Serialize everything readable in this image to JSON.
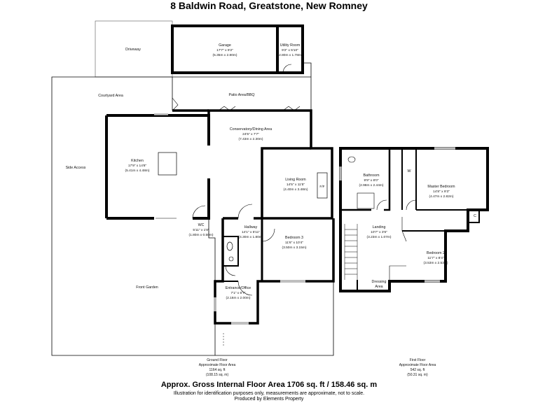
{
  "title": "8 Baldwin Road, Greatstone, New Romney",
  "rooms": {
    "driveway": {
      "name": "Driveway"
    },
    "garage": {
      "name": "Garage",
      "dim_imperial": "17'7\" x 9'2\"",
      "dim_metric": "(5.35m x 2.80m)"
    },
    "utility": {
      "name": "Utility Room",
      "dim_imperial": "9'2\" x 5'10\"",
      "dim_metric": "(2.80m x 1.78m)"
    },
    "courtyard": {
      "name": "Courtyard Area"
    },
    "patio": {
      "name": "Patio Area/BBQ"
    },
    "conservatory": {
      "name": "Conservatory/Dining Area",
      "dim_imperial": "24'5\" x 7'7\"",
      "dim_metric": "(7.43m x 2.30m)"
    },
    "kitchen": {
      "name": "Kitchen",
      "dim_imperial": "17'9\" x 14'8\"",
      "dim_metric": "(5.41m x 4.48m)"
    },
    "side_access": {
      "name": "Side Access"
    },
    "living": {
      "name": "Living Room",
      "dim_imperial": "14'5\" x 11'5\"",
      "dim_metric": "(4.40m x 3.48m)",
      "fireplace": "F/F"
    },
    "wc": {
      "name": "WC",
      "dim_imperial": "5'11\" x 1'8\"",
      "dim_metric": "(1.80m x 0.50m)"
    },
    "hallway": {
      "name": "Hallway",
      "dim_imperial": "14'1\" x 5'11\"",
      "dim_metric": "(4.30m x 1.80m)"
    },
    "bedroom3": {
      "name": "Bedroom 3",
      "dim_imperial": "11'6\" x 10'4\"",
      "dim_metric": "(3.50m x 3.15m)"
    },
    "front_garden": {
      "name": "Front Garden"
    },
    "entrance": {
      "name": "Entrance/Office",
      "dim_imperial": "7'1\" x 6'7\"",
      "dim_metric": "(2.16m x 2.00m)"
    },
    "bathroom": {
      "name": "Bathroom",
      "dim_imperial": "9'9\" x 8'0\"",
      "dim_metric": "(2.98m x 2.44m)"
    },
    "wardrobe": {
      "name": "W"
    },
    "master": {
      "name": "Master Bedroom",
      "dim_imperial": "14'8\" x 9'3\"",
      "dim_metric": "(4.47m x 2.82m)"
    },
    "cupboard": {
      "name": "C"
    },
    "landing": {
      "name": "Landing",
      "dim_imperial": "10'7\" x 3'6\"",
      "dim_metric": "(3.23m x 1.07m)"
    },
    "bedroom2": {
      "name": "Bedroom 2",
      "dim_imperial": "11'7\" x 8'4\"",
      "dim_metric": "(3.53m x 2.53m)"
    },
    "dressing": {
      "name": "Dressing",
      "name2": "Area"
    }
  },
  "floors": {
    "ground": {
      "name": "Ground Floor",
      "area_label": "Approximate Floor Area",
      "area_sqft": "1164 sq. ft",
      "area_sqm": "(108.15 sq. m)"
    },
    "first": {
      "name": "First Floor",
      "area_label": "Approximate Floor Area",
      "area_sqft": "542 sq. ft",
      "area_sqm": "(50.31 sq. m)"
    }
  },
  "footer": {
    "total": "Approx. Gross Internal Floor Area 1706 sq. ft / 158.46 sq. m",
    "disclaimer": "Illustration for identification purposes only, measurements are approximate, not to scale.",
    "producer": "Produced by Elements Property"
  },
  "colors": {
    "wall": "#000000",
    "thin": "#333333",
    "background": "#ffffff"
  }
}
